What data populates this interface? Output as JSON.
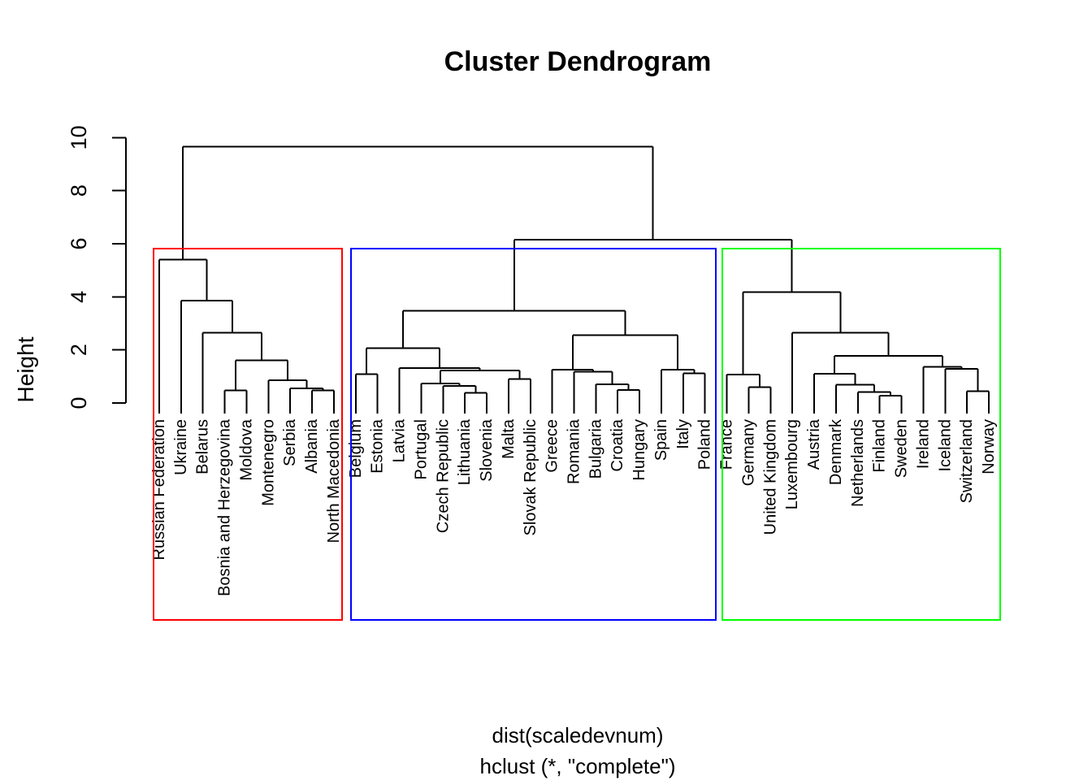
{
  "title": "Cluster Dendrogram",
  "y_axis": {
    "label": "Height",
    "ticks": [
      "0",
      "2",
      "4",
      "6",
      "8",
      "10"
    ]
  },
  "caption": {
    "line1": "dist(scaledevnum)",
    "line2": "hclust (*, \"complete\")"
  },
  "colors": {
    "line": "#000000",
    "text": "#000000",
    "background": "#FFFFFF",
    "cluster_red": "#FF0000",
    "cluster_blue": "#0000FF",
    "cluster_green": "#00FF00"
  },
  "chart_data": {
    "type": "dendrogram",
    "title": "Cluster Dendrogram",
    "xlabel_line1": "dist(scaledevnum)",
    "xlabel_line2": "hclust (*, \"complete\")",
    "ylabel": "Height",
    "ylim": [
      0,
      10
    ],
    "yticks": [
      0,
      2,
      4,
      6,
      8,
      10
    ],
    "grid": false,
    "leaves": [
      "Russian Federation",
      "Ukraine",
      "Belarus",
      "Bosnia and Herzegovina",
      "Moldova",
      "Montenegro",
      "Serbia",
      "Albania",
      "North Macedonia",
      "Belgium",
      "Estonia",
      "Latvia",
      "Portugal",
      "Czech Republic",
      "Lithuania",
      "Slovenia",
      "Malta",
      "Slovak Republic",
      "Greece",
      "Romania",
      "Bulgaria",
      "Croatia",
      "Hungary",
      "Spain",
      "Italy",
      "Poland",
      "France",
      "Germany",
      "United Kingdom",
      "Luxembourg",
      "Austria",
      "Denmark",
      "Netherlands",
      "Finland",
      "Sweden",
      "Ireland",
      "Iceland",
      "Switzerland",
      "Norway"
    ],
    "tree": {
      "h": 9.65,
      "c": [
        {
          "h": 5.41,
          "c": [
            "Russian Federation",
            {
              "h": 3.86,
              "c": [
                "Ukraine",
                {
                  "h": 2.65,
                  "c": [
                    "Belarus",
                    {
                      "h": 1.61,
                      "c": [
                        {
                          "h": 0.48,
                          "c": [
                            "Bosnia and Herzegovina",
                            "Moldova"
                          ]
                        },
                        {
                          "h": 0.85,
                          "c": [
                            "Montenegro",
                            {
                              "h": 0.55,
                              "c": [
                                "Serbia",
                                {
                                  "h": 0.48,
                                  "c": [
                                    "Albania",
                                    "North Macedonia"
                                  ]
                                }
                              ]
                            }
                          ]
                        }
                      ]
                    }
                  ]
                }
              ]
            }
          ]
        },
        {
          "h": 6.15,
          "c": [
            {
              "h": 3.47,
              "c": [
                {
                  "h": 2.07,
                  "c": [
                    {
                      "h": 1.08,
                      "c": [
                        "Belgium",
                        "Estonia"
                      ]
                    },
                    {
                      "h": 1.31,
                      "c": [
                        "Latvia",
                        {
                          "h": 1.23,
                          "c": [
                            {
                              "h": 0.73,
                              "c": [
                                "Portugal",
                                {
                                  "h": 0.65,
                                  "c": [
                                    "Czech Republic",
                                    {
                                      "h": 0.39,
                                      "c": [
                                        "Lithuania",
                                        "Slovenia"
                                      ]
                                    }
                                  ]
                                }
                              ]
                            },
                            {
                              "h": 0.9,
                              "c": [
                                "Malta",
                                "Slovak Republic"
                              ]
                            }
                          ]
                        }
                      ]
                    }
                  ]
                },
                {
                  "h": 2.55,
                  "c": [
                    {
                      "h": 1.25,
                      "c": [
                        "Greece",
                        {
                          "h": 1.18,
                          "c": [
                            "Romania",
                            {
                              "h": 0.71,
                              "c": [
                                "Bulgaria",
                                {
                                  "h": 0.49,
                                  "c": [
                                    "Croatia",
                                    "Hungary"
                                  ]
                                }
                              ]
                            }
                          ]
                        }
                      ]
                    },
                    {
                      "h": 1.26,
                      "c": [
                        "Spain",
                        {
                          "h": 1.12,
                          "c": [
                            "Italy",
                            "Poland"
                          ]
                        }
                      ]
                    }
                  ]
                }
              ]
            },
            {
              "h": 4.18,
              "c": [
                {
                  "h": 1.07,
                  "c": [
                    "France",
                    {
                      "h": 0.59,
                      "c": [
                        "Germany",
                        "United Kingdom"
                      ]
                    }
                  ]
                },
                {
                  "h": 2.65,
                  "c": [
                    "Luxembourg",
                    {
                      "h": 1.78,
                      "c": [
                        {
                          "h": 1.1,
                          "c": [
                            "Austria",
                            {
                              "h": 0.69,
                              "c": [
                                "Denmark",
                                {
                                  "h": 0.42,
                                  "c": [
                                    "Netherlands",
                                    {
                                      "h": 0.27,
                                      "c": [
                                        "Finland",
                                        "Sweden"
                                      ]
                                    }
                                  ]
                                }
                              ]
                            }
                          ]
                        },
                        {
                          "h": 1.36,
                          "c": [
                            "Ireland",
                            {
                              "h": 1.29,
                              "c": [
                                "Iceland",
                                {
                                  "h": 0.44,
                                  "c": [
                                    "Switzerland",
                                    "Norway"
                                  ]
                                }
                              ]
                            }
                          ]
                        }
                      ]
                    }
                  ]
                }
              ]
            }
          ]
        }
      ]
    },
    "cluster_boxes": [
      {
        "name": "cluster-1",
        "color": "#FF0000",
        "leaf_start": 0,
        "leaf_end": 8,
        "members": [
          "Russian Federation",
          "Ukraine",
          "Belarus",
          "Bosnia and Herzegovina",
          "Moldova",
          "Montenegro",
          "Serbia",
          "Albania",
          "North Macedonia"
        ]
      },
      {
        "name": "cluster-2",
        "color": "#0000FF",
        "leaf_start": 9,
        "leaf_end": 25,
        "members": [
          "Belgium",
          "Estonia",
          "Latvia",
          "Portugal",
          "Czech Republic",
          "Lithuania",
          "Slovenia",
          "Malta",
          "Slovak Republic",
          "Greece",
          "Romania",
          "Bulgaria",
          "Croatia",
          "Hungary",
          "Spain",
          "Italy",
          "Poland"
        ]
      },
      {
        "name": "cluster-3",
        "color": "#00FF00",
        "leaf_start": 26,
        "leaf_end": 38,
        "members": [
          "France",
          "Germany",
          "United Kingdom",
          "Luxembourg",
          "Austria",
          "Denmark",
          "Netherlands",
          "Finland",
          "Sweden",
          "Ireland",
          "Iceland",
          "Switzerland",
          "Norway"
        ]
      }
    ]
  }
}
